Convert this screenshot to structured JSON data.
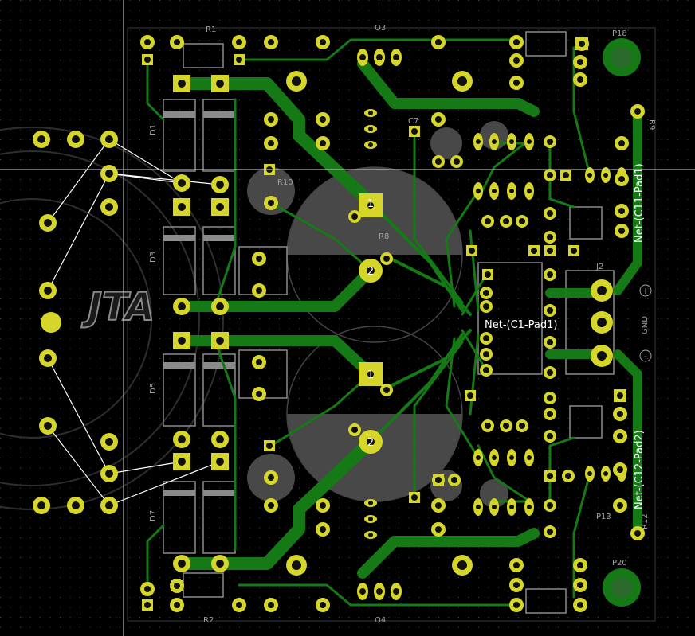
{
  "colors": {
    "background": "#000000",
    "grid": "#3a3a3a",
    "copper": "#157a15",
    "pad": "#d6d62a",
    "pad_hole": "#101010",
    "silk": "#b8b8b8",
    "ratsnest": "#ffffff",
    "component_fill": "#5a5a5a",
    "cursor": "#e0e0e0",
    "pad_number": "#ffffff",
    "net_label": "#ffffff"
  },
  "net_labels": {
    "c11": "Net-(C11-Pad1)",
    "c1": "Net-(C1-Pad1)",
    "c12": "Net-(C12-Pad2)"
  },
  "refs": {
    "r1": "R1",
    "r2": "R2",
    "q3": "Q3",
    "q4": "Q4",
    "p18": "P18",
    "p20": "P20",
    "d1": "D1",
    "d3": "D3",
    "d5": "D5",
    "d7": "D7",
    "c7": "C7",
    "r8": "R8",
    "r9": "R9",
    "r10": "R10",
    "r12": "R12",
    "j2": "J2",
    "p13": "P13"
  },
  "connector": {
    "plus": "+",
    "gnd": "GND",
    "minus": "-"
  },
  "pad_numbers": {
    "upper_1": "1",
    "upper_2": "2",
    "lower_1": "1",
    "lower_2": "2"
  },
  "logo": {
    "text": "JTA"
  }
}
